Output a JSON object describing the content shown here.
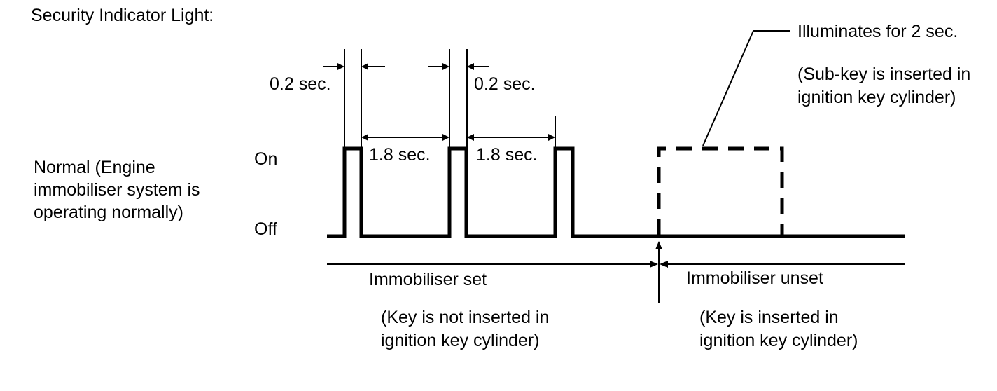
{
  "title": "Security Indicator Light:",
  "state_label": [
    "Normal (Engine",
    "immobiliser system is",
    "operating normally)"
  ],
  "levels": {
    "on": "On",
    "off": "Off"
  },
  "timing": {
    "pulse_width_1": "0.2 sec.",
    "pulse_width_2": "0.2 sec.",
    "interval_1": "1.8 sec.",
    "interval_2": "1.8 sec."
  },
  "illuminates": {
    "label": "Illuminates for 2 sec.",
    "note": [
      "(Sub-key is inserted in",
      "ignition key cylinder)"
    ]
  },
  "phases": {
    "set_label": "Immobiliser set",
    "set_note": [
      "(Key is not inserted in",
      "ignition key cylinder)"
    ],
    "unset_label": "Immobiliser unset",
    "unset_note": [
      "(Key is inserted in",
      "ignition key cylinder)"
    ]
  },
  "colors": {
    "line": "#000000",
    "background": "#ffffff"
  }
}
